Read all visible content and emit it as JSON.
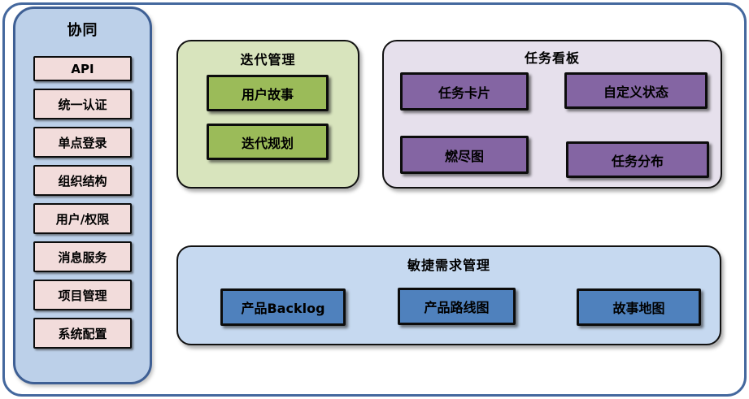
{
  "colors": {
    "outer_border": "#44689e",
    "sidebar_bg": "#bcd0e9",
    "sidebar_border": "#3e5f94",
    "sidebar_item_bg": "#f2dcdb",
    "green_panel_bg": "#d8e4bd",
    "green_item_bg": "#9bbb59",
    "purple_panel_bg": "#e6e0ec",
    "purple_item_bg": "#8465a3",
    "blue_panel_bg": "#c6d9f0",
    "blue_item_bg": "#4f81bd",
    "text": "#000000"
  },
  "sidebar": {
    "title": "协同",
    "items": [
      {
        "label": "API"
      },
      {
        "label": "统一认证"
      },
      {
        "label": "单点登录"
      },
      {
        "label": "组织结构"
      },
      {
        "label": "用户/权限"
      },
      {
        "label": "消息服务"
      },
      {
        "label": "项目管理"
      },
      {
        "label": "系统配置"
      }
    ]
  },
  "panels": {
    "iteration": {
      "title": "迭代管理",
      "items": [
        {
          "label": "用户故事"
        },
        {
          "label": "迭代规划"
        }
      ]
    },
    "kanban": {
      "title": "任务看板",
      "items": [
        {
          "label": "任务卡片"
        },
        {
          "label": "自定义状态"
        },
        {
          "label": "燃尽图"
        },
        {
          "label": "任务分布"
        }
      ]
    },
    "requirements": {
      "title": "敏捷需求管理",
      "items": [
        {
          "label": "产品Backlog"
        },
        {
          "label": "产品路线图"
        },
        {
          "label": "故事地图"
        }
      ]
    }
  }
}
